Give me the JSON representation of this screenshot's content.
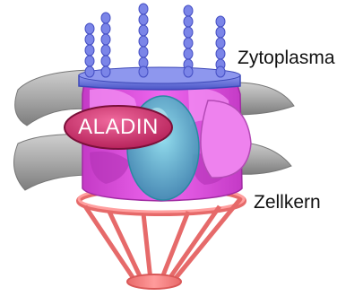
{
  "labels": {
    "cytoplasm": "Zytoplasma",
    "nucleus": "Zellkern",
    "protein": "ALADIN"
  },
  "colors": {
    "cytoplasmic_filaments": "#7b85e8",
    "cytoplasmic_ring": "#5a66d6",
    "pore_scaffold": "#e04fe0",
    "central_channel": "#4fb3c8",
    "nuclear_basket": "#f07a7a",
    "nuclear_envelope": "#9a9a9a",
    "aladin_fill": "#d0306a"
  }
}
